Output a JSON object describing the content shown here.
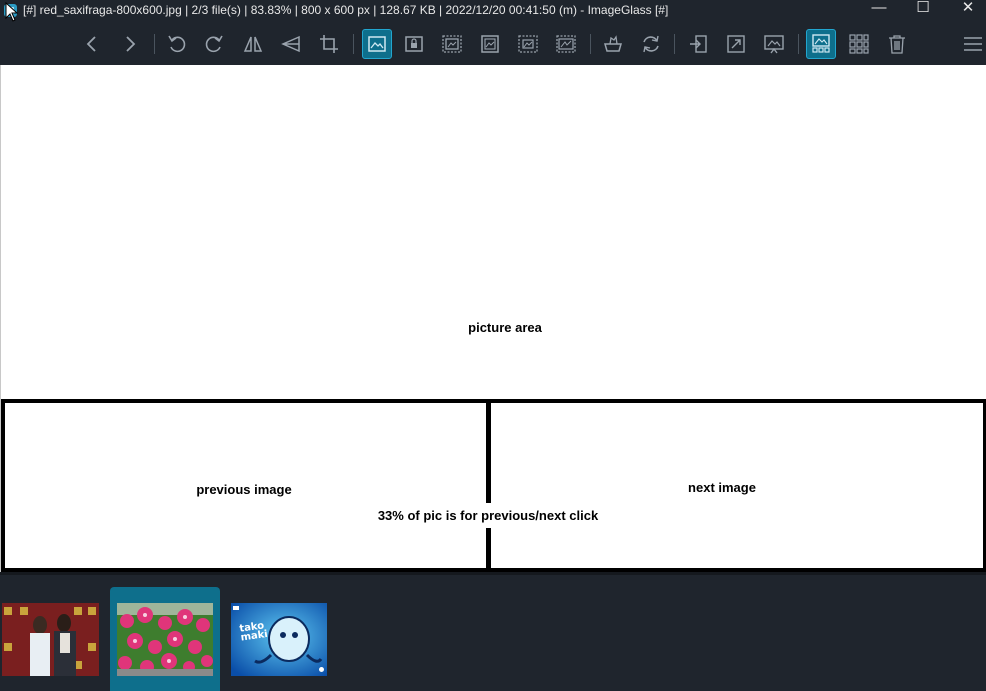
{
  "window": {
    "title": "[#] red_saxifraga-800x600.jpg  |  2/3 file(s)  |  83.83%  |  800 x 600 px  |  128.67 KB  |  2022/12/20 00:41:50 (m)  - ImageGlass [#]",
    "minimize_glyph": "—",
    "maximize_glyph": "☐",
    "close_glyph": "✕"
  },
  "toolbar": {
    "buttons": [
      {
        "name": "previous-image-icon",
        "active": false
      },
      {
        "name": "next-image-icon",
        "active": false
      },
      {
        "name": "rotate-left-icon",
        "active": false
      },
      {
        "name": "rotate-right-icon",
        "active": false
      },
      {
        "name": "flip-horizontal-icon",
        "active": false
      },
      {
        "name": "flip-vertical-icon",
        "active": false
      },
      {
        "name": "crop-icon",
        "active": false
      },
      {
        "name": "auto-zoom-icon",
        "active": true
      },
      {
        "name": "lock-zoom-icon",
        "active": false
      },
      {
        "name": "scale-to-width-icon",
        "active": false
      },
      {
        "name": "scale-to-height-icon",
        "active": false
      },
      {
        "name": "scale-to-fit-icon",
        "active": false
      },
      {
        "name": "scale-to-fill-icon",
        "active": false
      },
      {
        "name": "open-with-icon",
        "active": false
      },
      {
        "name": "refresh-icon",
        "active": false
      },
      {
        "name": "goto-image-icon",
        "active": false
      },
      {
        "name": "fullscreen-icon",
        "active": false
      },
      {
        "name": "slideshow-icon",
        "active": false
      },
      {
        "name": "thumbnail-bar-icon",
        "active": true
      },
      {
        "name": "checkerboard-icon",
        "active": false
      },
      {
        "name": "delete-icon",
        "active": false
      },
      {
        "name": "main-menu-icon",
        "active": false
      }
    ]
  },
  "viewer": {
    "picture_area_label": "picture area",
    "previous_label": "previous image",
    "next_label": "next image",
    "click_zone_note": "33% of pic is for previous/next click"
  },
  "thumbnails": {
    "selected_index": 1,
    "items": [
      {
        "name": "thumbnail-1"
      },
      {
        "name": "thumbnail-2"
      },
      {
        "name": "thumbnail-3",
        "caption": "tako maki"
      }
    ]
  },
  "colors": {
    "chrome_background": "#1f252d",
    "accent": "#0e6f8c",
    "accent_border": "#22a6cf",
    "icon_color": "#9aa3ad"
  }
}
